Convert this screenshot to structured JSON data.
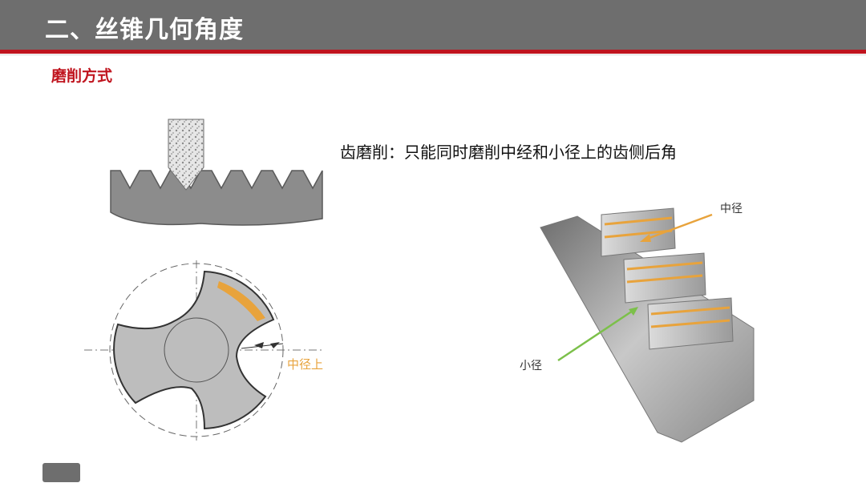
{
  "header": {
    "title": "二、丝锥几何角度"
  },
  "section": {
    "label": "磨削方式"
  },
  "description": {
    "text": "齿磨削：只能同时磨削中经和小径上的齿侧后角"
  },
  "figures": {
    "cross_section": {
      "label_mid_upper": "中径上"
    },
    "thread": {
      "label_pitch": "中径",
      "label_minor": "小径"
    }
  },
  "colors": {
    "header_bg": "#6e6e6e",
    "accent_red": "#c0141e",
    "highlight_orange": "#e8a33c",
    "arrow_green": "#7cc04a",
    "metal_gray": "#9e9e9e"
  }
}
